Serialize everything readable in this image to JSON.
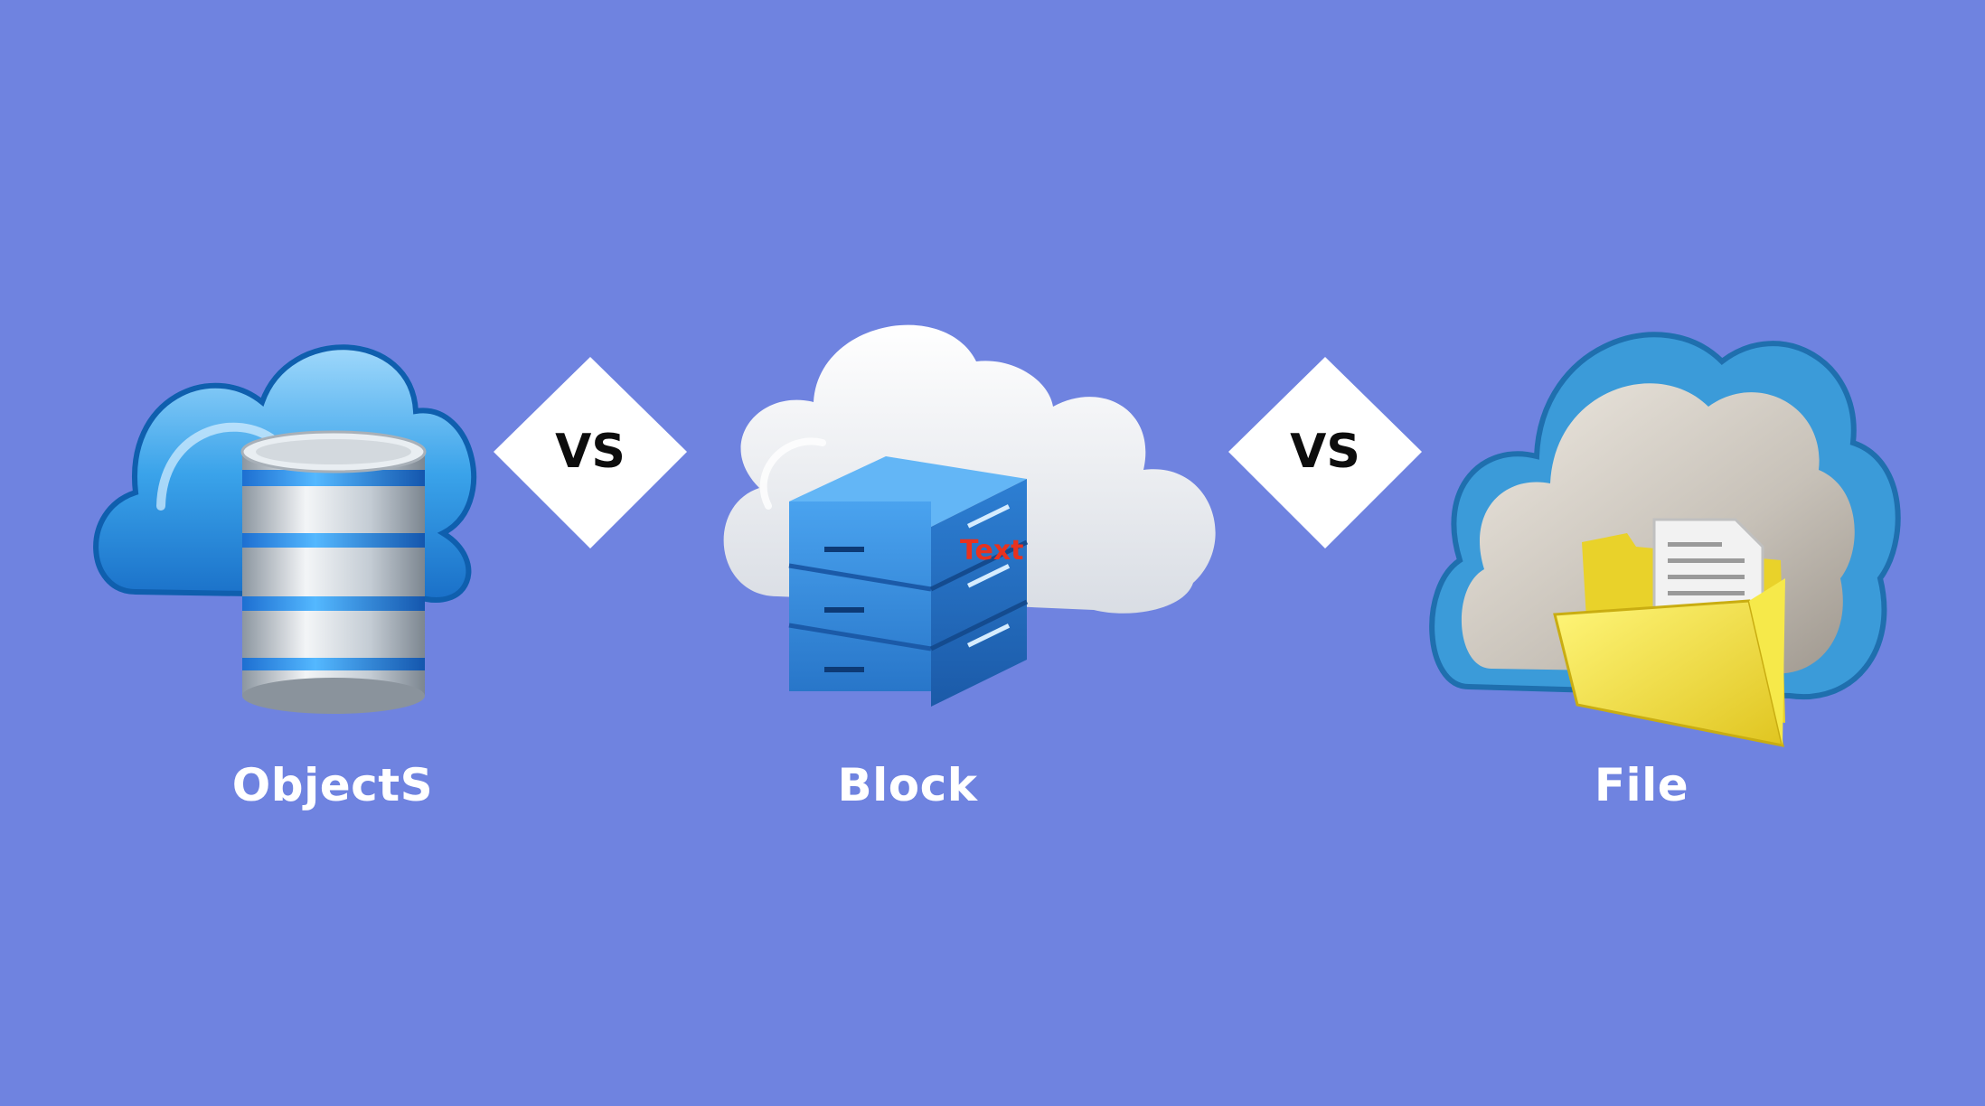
{
  "colors": {
    "background": "#6f83e0",
    "diamond": "#ffffff",
    "label_text": "#ffffff",
    "vs_text": "#0d0d0d",
    "accent_red": "#e8321e",
    "sky_blue": "#3aa3ea",
    "server_blue": "#2f86d6",
    "folder_yellow": "#f3e23a"
  },
  "items": [
    {
      "label": "ObjectS",
      "icon": "cloud-database-icon"
    },
    {
      "label": "Block",
      "icon": "cloud-server-icon"
    },
    {
      "label": "File",
      "icon": "cloud-folder-icon"
    }
  ],
  "separators": [
    "VS",
    "VS"
  ],
  "block_overlay_text": "Text"
}
